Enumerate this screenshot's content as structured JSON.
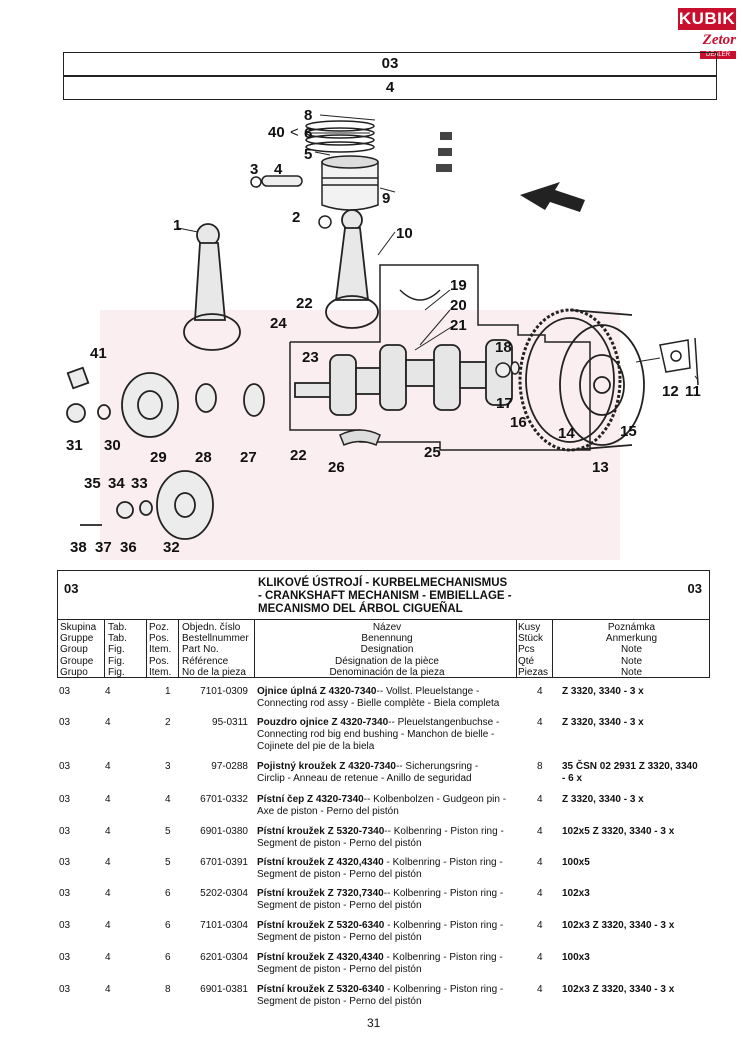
{
  "logo": {
    "brand": "KUBIK",
    "sub": "Zetor",
    "tag": "DEALER"
  },
  "header": {
    "group": "03",
    "figure": "4"
  },
  "diagram": {
    "callouts": [
      "1",
      "2",
      "3",
      "4",
      "5",
      "6",
      "8",
      "9",
      "10",
      "11",
      "12",
      "13",
      "14",
      "15",
      "16",
      "17",
      "18",
      "19",
      "20",
      "21",
      "22",
      "22",
      "23",
      "24",
      "25",
      "26",
      "27",
      "28",
      "29",
      "30",
      "31",
      "32",
      "33",
      "34",
      "35",
      "36",
      "37",
      "38",
      "40",
      "41"
    ],
    "lbl": {
      "l1": "1",
      "l2": "2",
      "l3": "3",
      "l4": "4",
      "l5": "5",
      "l6": "6",
      "l8": "8",
      "l9": "9",
      "l10": "10",
      "l11": "11",
      "l12": "12",
      "l13": "13",
      "l14": "14",
      "l15": "15",
      "l16": "16",
      "l17": "17",
      "l18": "18",
      "l19": "19",
      "l20": "20",
      "l21": "21",
      "l22a": "22",
      "l22b": "22",
      "l23": "23",
      "l24": "24",
      "l25": "25",
      "l26": "26",
      "l27": "27",
      "l28": "28",
      "l29": "29",
      "l30": "30",
      "l31": "31",
      "l32": "32",
      "l33": "33",
      "l34": "34",
      "l35": "35",
      "l36": "36",
      "l37": "37",
      "l38": "38",
      "l40": "40",
      "l41": "41"
    }
  },
  "title": {
    "group_left": "03",
    "group_right": "03",
    "lines": [
      "KLIKOVÉ ÚSTROJÍ - KURBELMECHANISMUS",
      "- CRANKSHAFT MECHANISM - EMBIELLAGE -",
      "MECANISMO DEL ÁRBOL CIGUEÑAL"
    ]
  },
  "columns": {
    "group": "Skupina\nGruppe\nGroup\nGroupe\nGrupo",
    "table": "Tab.\nTab.\nFig.\nFig.\nFig.",
    "pos": "Poz.\nPos.\nItem.\nPos.\nItem.",
    "order": "Objedn. číslo\nBestellnummer\nPart No.\nRéférence\nNo de la pieza",
    "name": "Název\nBenennung\nDesignation\nDésignation de la pièce\nDenominación de la pieza",
    "qty": "Kusy\nStück\nPcs\nQté\nPiezas",
    "note": "Poznámka\nAnmerkung\nNote\nNote\nNote"
  },
  "rows": [
    {
      "g": "03",
      "t": "4",
      "p": "1",
      "n": "7101-0309",
      "d1": "Ojnice úplná Z 4320-7340",
      "d2": "-- Vollst. Pleuelstange -\nConnecting rod assy - Bielle complète - Biela completa",
      "q": "4",
      "r": "Z 3320, 3340 - 3 x"
    },
    {
      "g": "03",
      "t": "4",
      "p": "2",
      "n": "95-0311",
      "d1": "Pouzdro ojnice Z 4320-7340",
      "d2": "-- Pleuelstangenbuchse -\nConnecting rod big end bushing - Manchon de bielle -\nCojinete del  pie de la biela",
      "q": "4",
      "r": "Z 3320, 3340 - 3 x"
    },
    {
      "g": "03",
      "t": "4",
      "p": "3",
      "n": "97-0288",
      "d1": "Pojistný kroužek Z 4320-7340",
      "d2": "-- Sicherungsring -\nCirclip - Anneau de retenue - Anillo de seguridad",
      "q": "8",
      "r": "35 ČSN 02 2931 Z 3320, 3340\n- 6 x"
    },
    {
      "g": "03",
      "t": "4",
      "p": "4",
      "n": "6701-0332",
      "d1": "Pístní čep Z 4320-7340",
      "d2": "-- Kolbenbolzen - Gudgeon pin -\nAxe de piston - Perno del pistón",
      "q": "4",
      "r": "Z 3320, 3340 - 3 x"
    },
    {
      "g": "03",
      "t": "4",
      "p": "5",
      "n": "6901-0380",
      "d1": "Pístní kroužek Z 5320-7340",
      "d2": "-- Kolbenring - Piston ring -\nSegment de piston - Perno del pistón",
      "q": "4",
      "r": "102x5 Z 3320, 3340 - 3 x"
    },
    {
      "g": "03",
      "t": "4",
      "p": "5",
      "n": "6701-0391",
      "d1": "Pístní kroužek Z 4320,4340",
      "d2": " - Kolbenring - Piston ring -\nSegment de piston - Perno del pistón",
      "q": "4",
      "r": "100x5"
    },
    {
      "g": "03",
      "t": "4",
      "p": "6",
      "n": "5202-0304",
      "d1": "Pístní kroužek Z 7320,7340",
      "d2": "-- Kolbenring - Piston ring -\nSegment de piston - Perno del pistón",
      "q": "4",
      "r": "102x3"
    },
    {
      "g": "03",
      "t": "4",
      "p": "6",
      "n": "7101-0304",
      "d1": "Pístní kroužek Z 5320-6340",
      "d2": " - Kolbenring - Piston ring -\nSegment de piston - Perno del pistón",
      "q": "4",
      "r": "102x3 Z 3320, 3340 - 3 x"
    },
    {
      "g": "03",
      "t": "4",
      "p": "6",
      "n": "6201-0304",
      "d1": "Pístní kroužek Z 4320,4340",
      "d2": " - Kolbenring - Piston ring -\nSegment de piston - Perno del pistón",
      "q": "4",
      "r": "100x3"
    },
    {
      "g": "03",
      "t": "4",
      "p": "8",
      "n": "6901-0381",
      "d1": "Pístní kroužek Z 5320-6340",
      "d2": " - Kolbenring - Piston ring -\nSegment de piston - Perno del pistón",
      "q": "4",
      "r": "102x3 Z 3320, 3340 - 3 x"
    }
  ],
  "page_number": "31"
}
